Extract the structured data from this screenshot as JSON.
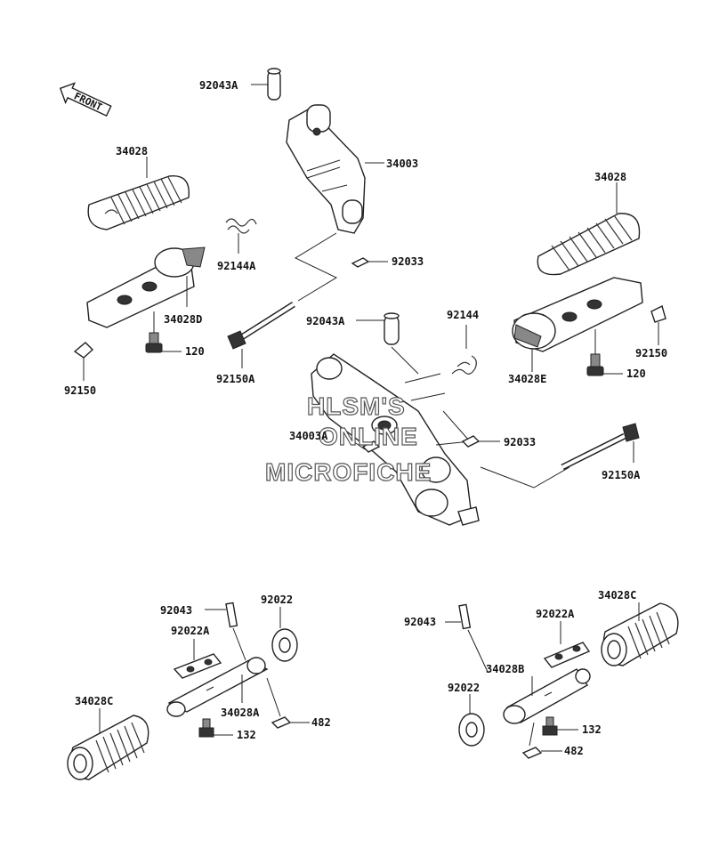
{
  "front_indicator": {
    "label": "FRONT"
  },
  "watermark": {
    "line1": "HLSM'S",
    "line2": "ONLINE",
    "line3": "MICROFICHE"
  },
  "labels": {
    "p92043A_top": "92043A",
    "p34003": "34003",
    "p34028_left": "34028",
    "p92144A": "92144A",
    "p92033_top": "92033",
    "p34028D": "34028D",
    "p120_left": "120",
    "p92150_left": "92150",
    "p92150A_left": "92150A",
    "p92043A_mid": "92043A",
    "p92144": "92144",
    "p34028_right": "34028",
    "p92150_right": "92150",
    "p34028E": "34028E",
    "p120_right": "120",
    "p34003A": "34003A",
    "p92033_mid": "92033",
    "p92150A_right": "92150A",
    "p92043_bl": "92043",
    "p92022_bl": "92022",
    "p92022A_bl": "92022A",
    "p34028A": "34028A",
    "p34028C_bl": "34028C",
    "p482_bl": "482",
    "p132_bl": "132",
    "p92043_br": "92043",
    "p92022A_br": "92022A",
    "p34028C_br": "34028C",
    "p34028B": "34028B",
    "p92022_br": "92022",
    "p132_br": "132",
    "p482_br": "482"
  }
}
